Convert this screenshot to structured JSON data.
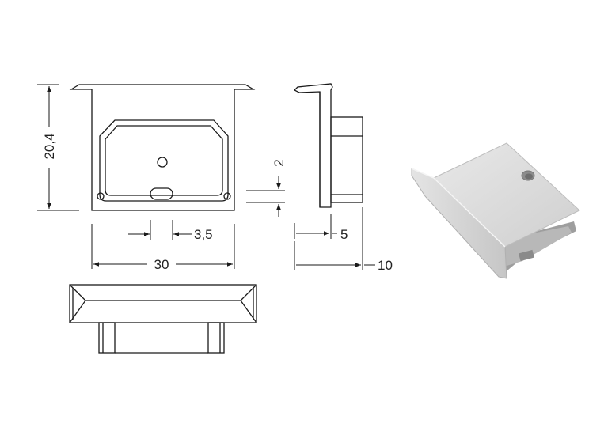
{
  "dimensions": {
    "height": "20,4",
    "width": "30",
    "slot": "3,5",
    "lip": "2",
    "depth_inner": "5",
    "depth_total": "10"
  },
  "colors": {
    "line": "#1a1a1a",
    "photo_face": "#d9d9d9",
    "photo_edge": "#bdbdbd"
  }
}
